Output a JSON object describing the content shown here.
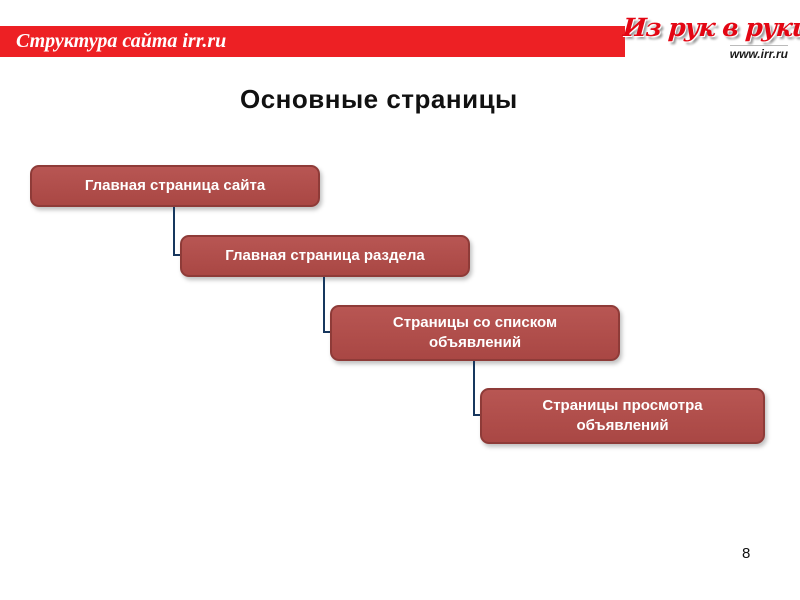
{
  "header": {
    "title": "Структура сайта irr.ru"
  },
  "logo": {
    "text": "Из рук в руки",
    "url": "www.irr.ru"
  },
  "slide": {
    "title": "Основные страницы",
    "page_number": "8"
  },
  "diagram": {
    "nodes": [
      {
        "label": "Главная страница сайта"
      },
      {
        "label": "Главная страница раздела"
      },
      {
        "label": "Страницы со списком объявлений"
      },
      {
        "label": "Страницы просмотра объявлений"
      }
    ]
  },
  "colors": {
    "header_bg": "#ed2024",
    "logo_red": "#e30613",
    "node_fill": "#a94744",
    "node_border": "#8e3b38",
    "connector": "#17375e"
  }
}
